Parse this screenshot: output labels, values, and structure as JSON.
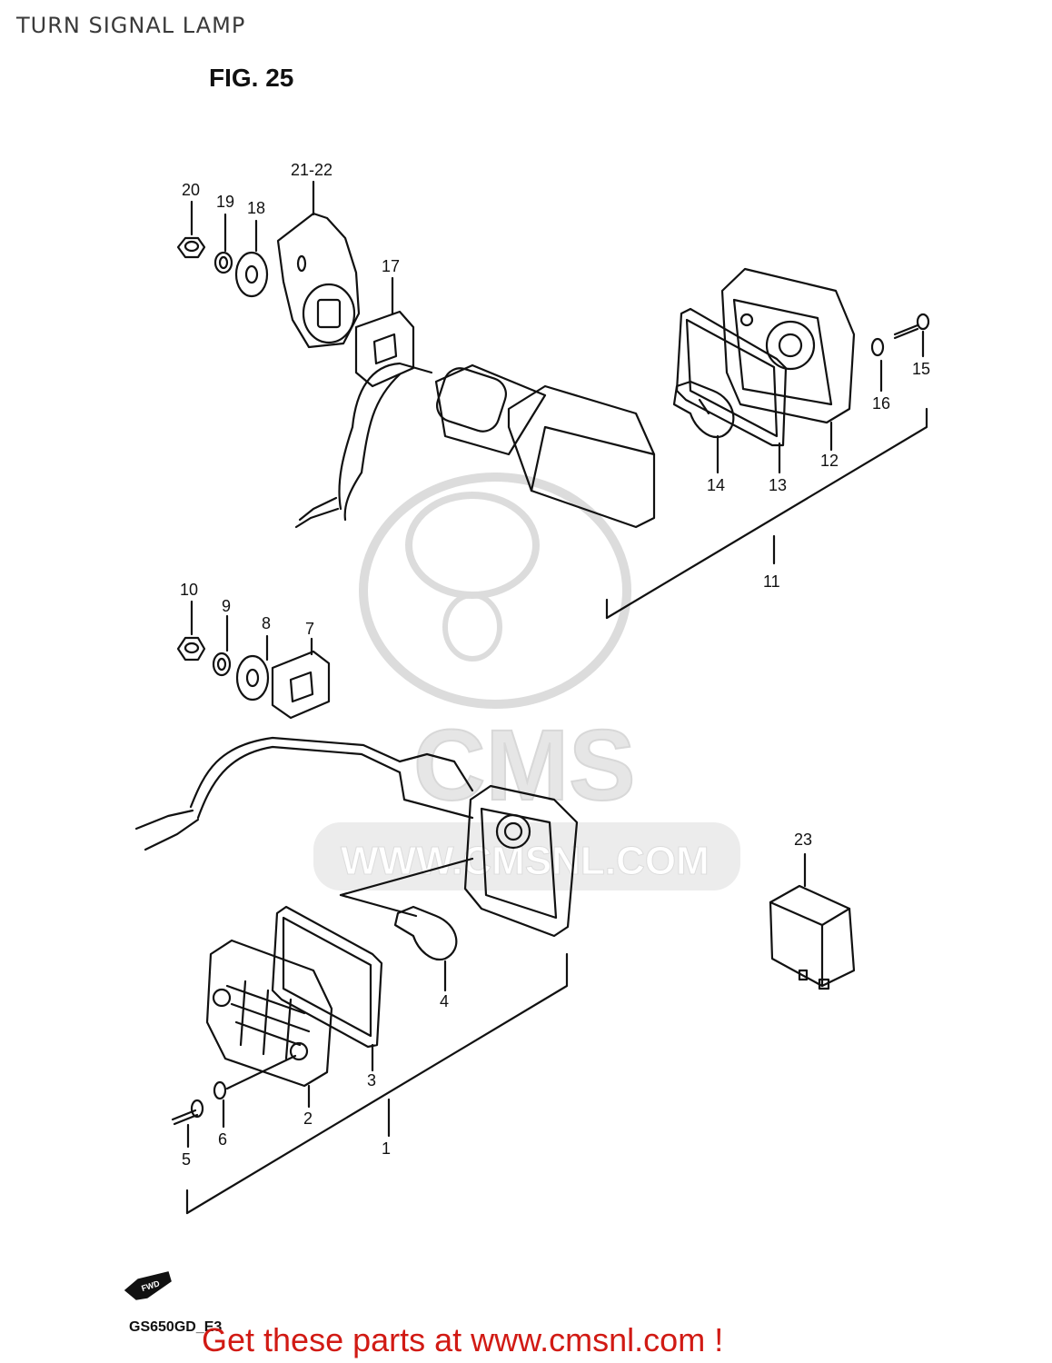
{
  "header": {
    "title": "TURN SIGNAL LAMP",
    "figure": "FIG. 25"
  },
  "watermark": {
    "brand": "CMS",
    "url": "WWW.CMSNL.COM"
  },
  "callouts": {
    "c1": "1",
    "c2": "2",
    "c3": "3",
    "c4": "4",
    "c5": "5",
    "c6": "6",
    "c7": "7",
    "c8": "8",
    "c9": "9",
    "c10": "10",
    "c11": "11",
    "c12": "12",
    "c13": "13",
    "c14": "14",
    "c15": "15",
    "c16": "16",
    "c17": "17",
    "c18": "18",
    "c19": "19",
    "c20": "20",
    "c21_22": "21-22",
    "c23": "23"
  },
  "fwd_badge": "FWD",
  "footer": {
    "model": "GS650GD_E3",
    "cta": "Get these parts at www.cmsnl.com !"
  },
  "colors": {
    "line": "#111111",
    "watermark": "#e6e6e6",
    "cta": "#d11a14"
  }
}
